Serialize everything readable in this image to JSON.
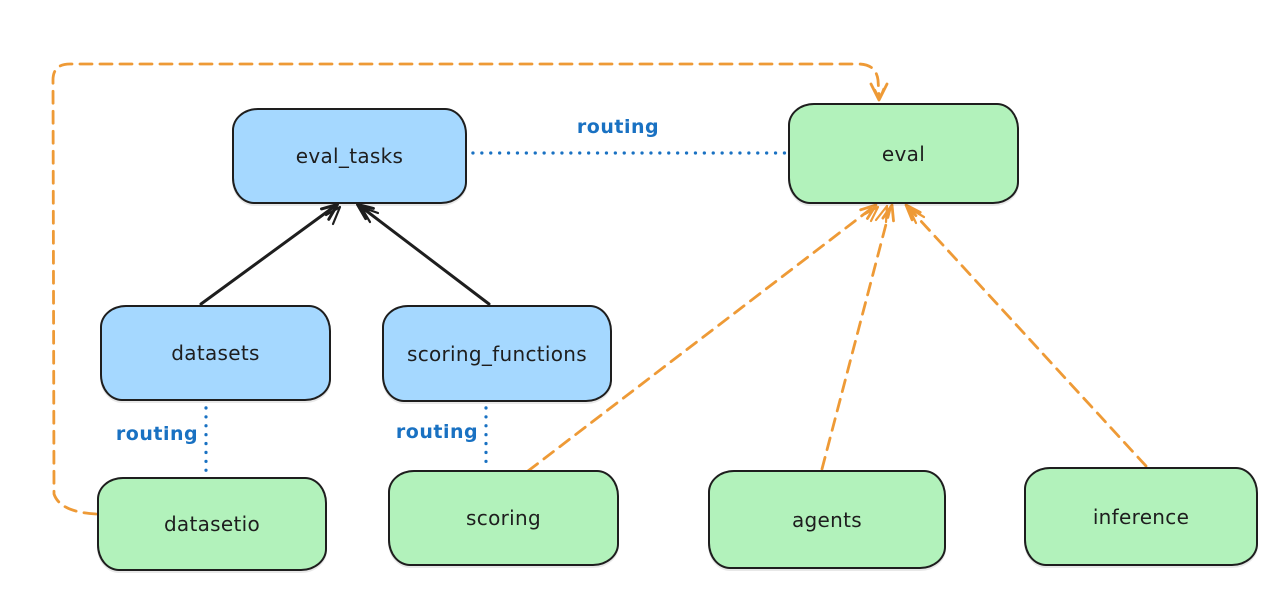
{
  "diagram": {
    "kind": "architecture-flow-diagram",
    "background": "#ffffff",
    "colors": {
      "node_blue_fill": "#a5d8ff",
      "node_green_fill": "#b2f2bb",
      "node_stroke": "#1e1e1e",
      "routing_blue": "#1971c2",
      "dashed_orange": "#ee9a36",
      "solid_arrow_black": "#1e1e1e"
    },
    "nodes": {
      "eval_tasks": {
        "label": "eval_tasks",
        "fill": "blue"
      },
      "eval": {
        "label": "eval",
        "fill": "green"
      },
      "datasets": {
        "label": "datasets",
        "fill": "blue"
      },
      "scoring_functions": {
        "label": "scoring_functions",
        "fill": "blue"
      },
      "datasetio": {
        "label": "datasetio",
        "fill": "green"
      },
      "scoring": {
        "label": "scoring",
        "fill": "green"
      },
      "agents": {
        "label": "agents",
        "fill": "green"
      },
      "inference": {
        "label": "inference",
        "fill": "green"
      }
    },
    "edge_labels": {
      "routing_top": "routing",
      "routing_datasets": "routing",
      "routing_scoring": "routing"
    },
    "edges": [
      {
        "from": "datasets",
        "to": "eval_tasks",
        "style": "solid-arrow",
        "color": "black"
      },
      {
        "from": "scoring_functions",
        "to": "eval_tasks",
        "style": "solid-arrow",
        "color": "black"
      },
      {
        "from": "eval_tasks",
        "to": "eval",
        "style": "dotted-line",
        "color": "blue",
        "label": "routing"
      },
      {
        "from": "datasets",
        "to": "datasetio",
        "style": "dotted-line",
        "color": "blue",
        "label": "routing"
      },
      {
        "from": "scoring_functions",
        "to": "scoring",
        "style": "dotted-line",
        "color": "blue",
        "label": "routing"
      },
      {
        "from": "datasetio",
        "to": "eval",
        "style": "dashed-arrow",
        "color": "orange"
      },
      {
        "from": "scoring",
        "to": "eval",
        "style": "dashed-arrow",
        "color": "orange"
      },
      {
        "from": "agents",
        "to": "eval",
        "style": "dashed-arrow",
        "color": "orange"
      },
      {
        "from": "inference",
        "to": "eval",
        "style": "dashed-arrow",
        "color": "orange"
      }
    ]
  }
}
